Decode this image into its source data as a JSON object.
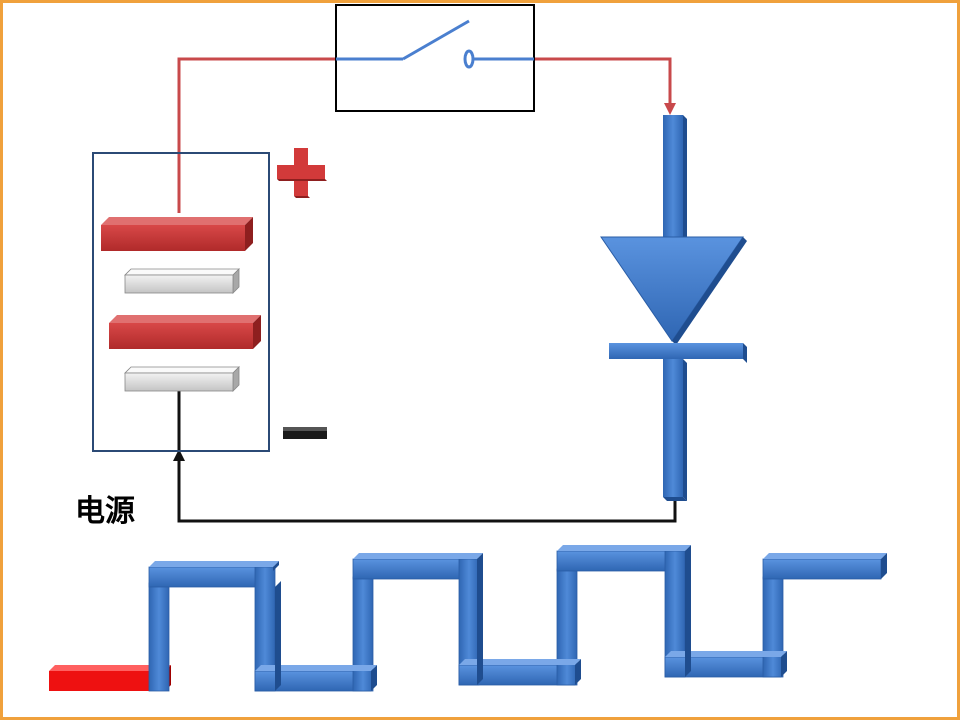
{
  "power_source": {
    "label": "电源",
    "positive_symbol": "plus-sign",
    "negative_symbol": "minus-sign",
    "plates": [
      {
        "polarity": "positive",
        "color": "#c83636"
      },
      {
        "polarity": "negative",
        "color": "#d6d6d6"
      },
      {
        "polarity": "positive",
        "color": "#c83636"
      },
      {
        "polarity": "negative",
        "color": "#d6d6d6"
      }
    ]
  },
  "switch": {
    "state": "open"
  },
  "diode": {
    "color": "#3f7bc9"
  },
  "wires": {
    "positive_color": "#c8494b",
    "negative_color": "#111111"
  },
  "waveform": {
    "type": "square-wave",
    "start_segment_color": "#ee1111",
    "wave_color": "#4a7fcf"
  },
  "frame": {
    "border_color": "#f0a13c"
  }
}
